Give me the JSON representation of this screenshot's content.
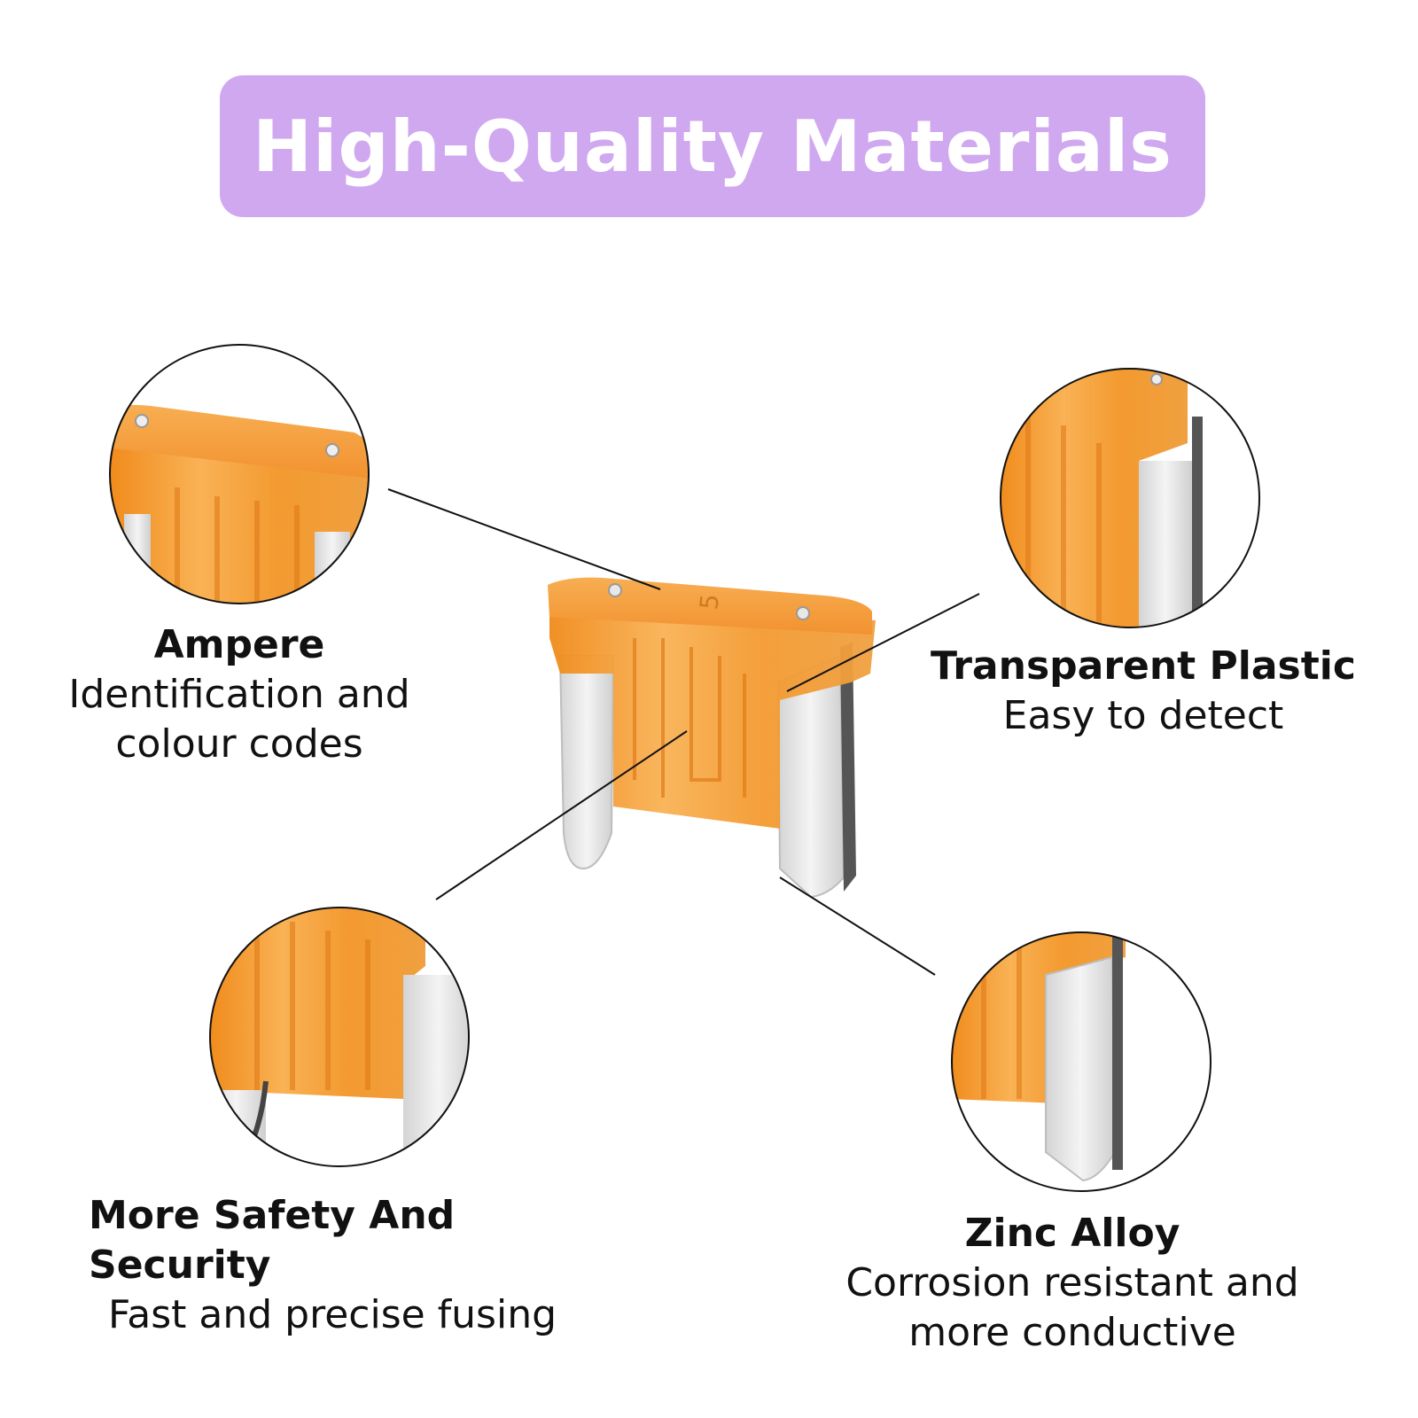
{
  "banner": {
    "title": "High-Quality Materials",
    "color": "#d0a8f0",
    "text_color": "#ffffff"
  },
  "fuse": {
    "rating_mark": "5",
    "body_color": "#f5a23a",
    "blade_color": "#e6e6e6"
  },
  "features": [
    {
      "title": "Ampere",
      "description_lines": [
        "Identification and",
        "colour codes"
      ]
    },
    {
      "title": "Transparent Plastic",
      "description_lines": [
        "Easy to detect"
      ]
    },
    {
      "title": "More Safety And Security",
      "description_lines": [
        "Fast and precise fusing"
      ]
    },
    {
      "title": "Zinc Alloy",
      "description_lines": [
        "Corrosion resistant and",
        "more conductive"
      ]
    }
  ]
}
